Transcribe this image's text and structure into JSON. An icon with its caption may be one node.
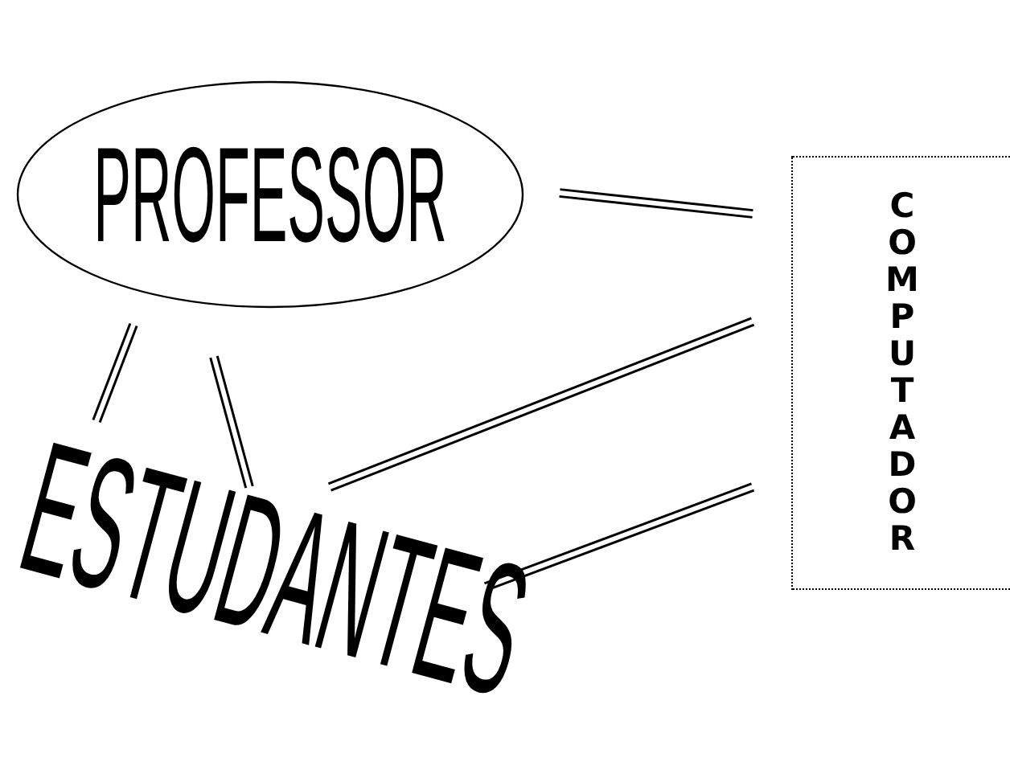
{
  "diagram": {
    "nodes": [
      {
        "text": [
          "PROFESSOR"
        ]
      },
      {
        "text": [
          "ESTUDANTES"
        ]
      },
      {
        "text": [
          "COMPUTADOR"
        ]
      }
    ],
    "edges": [
      {
        "from": 0,
        "to": 2,
        "arrow": "none"
      },
      {
        "from": 0,
        "to": 1,
        "arrow": "none"
      },
      {
        "from": 0,
        "to": 1,
        "arrow": "none"
      },
      {
        "from": 1,
        "to": 2,
        "arrow": "none"
      },
      {
        "from": 1,
        "to": 2,
        "arrow": "none"
      }
    ]
  }
}
